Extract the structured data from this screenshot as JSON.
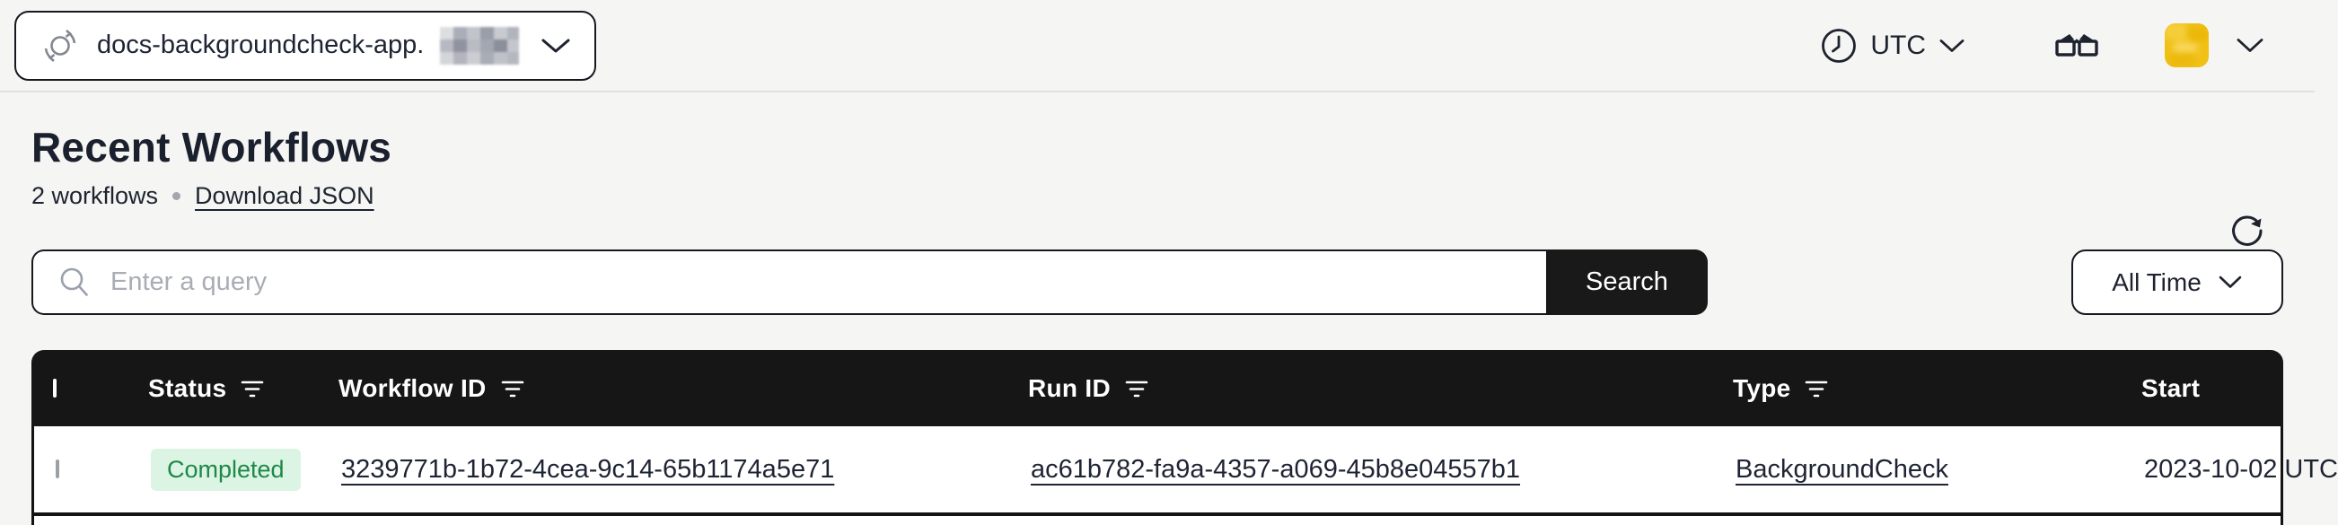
{
  "topbar": {
    "namespace_label": "docs-backgroundcheck-app.",
    "namespace_redacted": true,
    "timezone_label": "UTC"
  },
  "page": {
    "title": "Recent Workflows",
    "count_label": "2 workflows",
    "download_link_label": "Download JSON"
  },
  "search": {
    "placeholder": "Enter a query",
    "button_label": "Search"
  },
  "time_filter": {
    "selected": "All Time"
  },
  "table": {
    "columns": [
      {
        "label": "Status",
        "filterable": true
      },
      {
        "label": "Workflow ID",
        "filterable": true
      },
      {
        "label": "Run ID",
        "filterable": true
      },
      {
        "label": "Type",
        "filterable": true
      },
      {
        "label": "Start",
        "filterable": false
      }
    ],
    "rows": [
      {
        "status": "Completed",
        "workflow_id": "3239771b-1b72-4cea-9c14-65b1174a5e71",
        "run_id": "ac61b782-fa9a-4357-a069-45b8e04557b1",
        "type": "BackgroundCheck",
        "start": "2023-10-02 UTC"
      }
    ]
  },
  "icons": {
    "namespace": "sync-icon",
    "timezone": "clock-icon",
    "labs": "glasses-icon",
    "refresh": "refresh-icon",
    "search": "magnifier-icon",
    "filter": "filter-lines-icon",
    "expand": "chevron-down-icon"
  },
  "colors": {
    "page_bg": "#f5f5f3",
    "ui_black": "#161616",
    "text_dark": "#1e2433",
    "badge_bg": "#dbf4e4",
    "badge_text": "#1f8848",
    "avatar_yellow": "#efc11e",
    "placeholder": "#a9adb4"
  }
}
